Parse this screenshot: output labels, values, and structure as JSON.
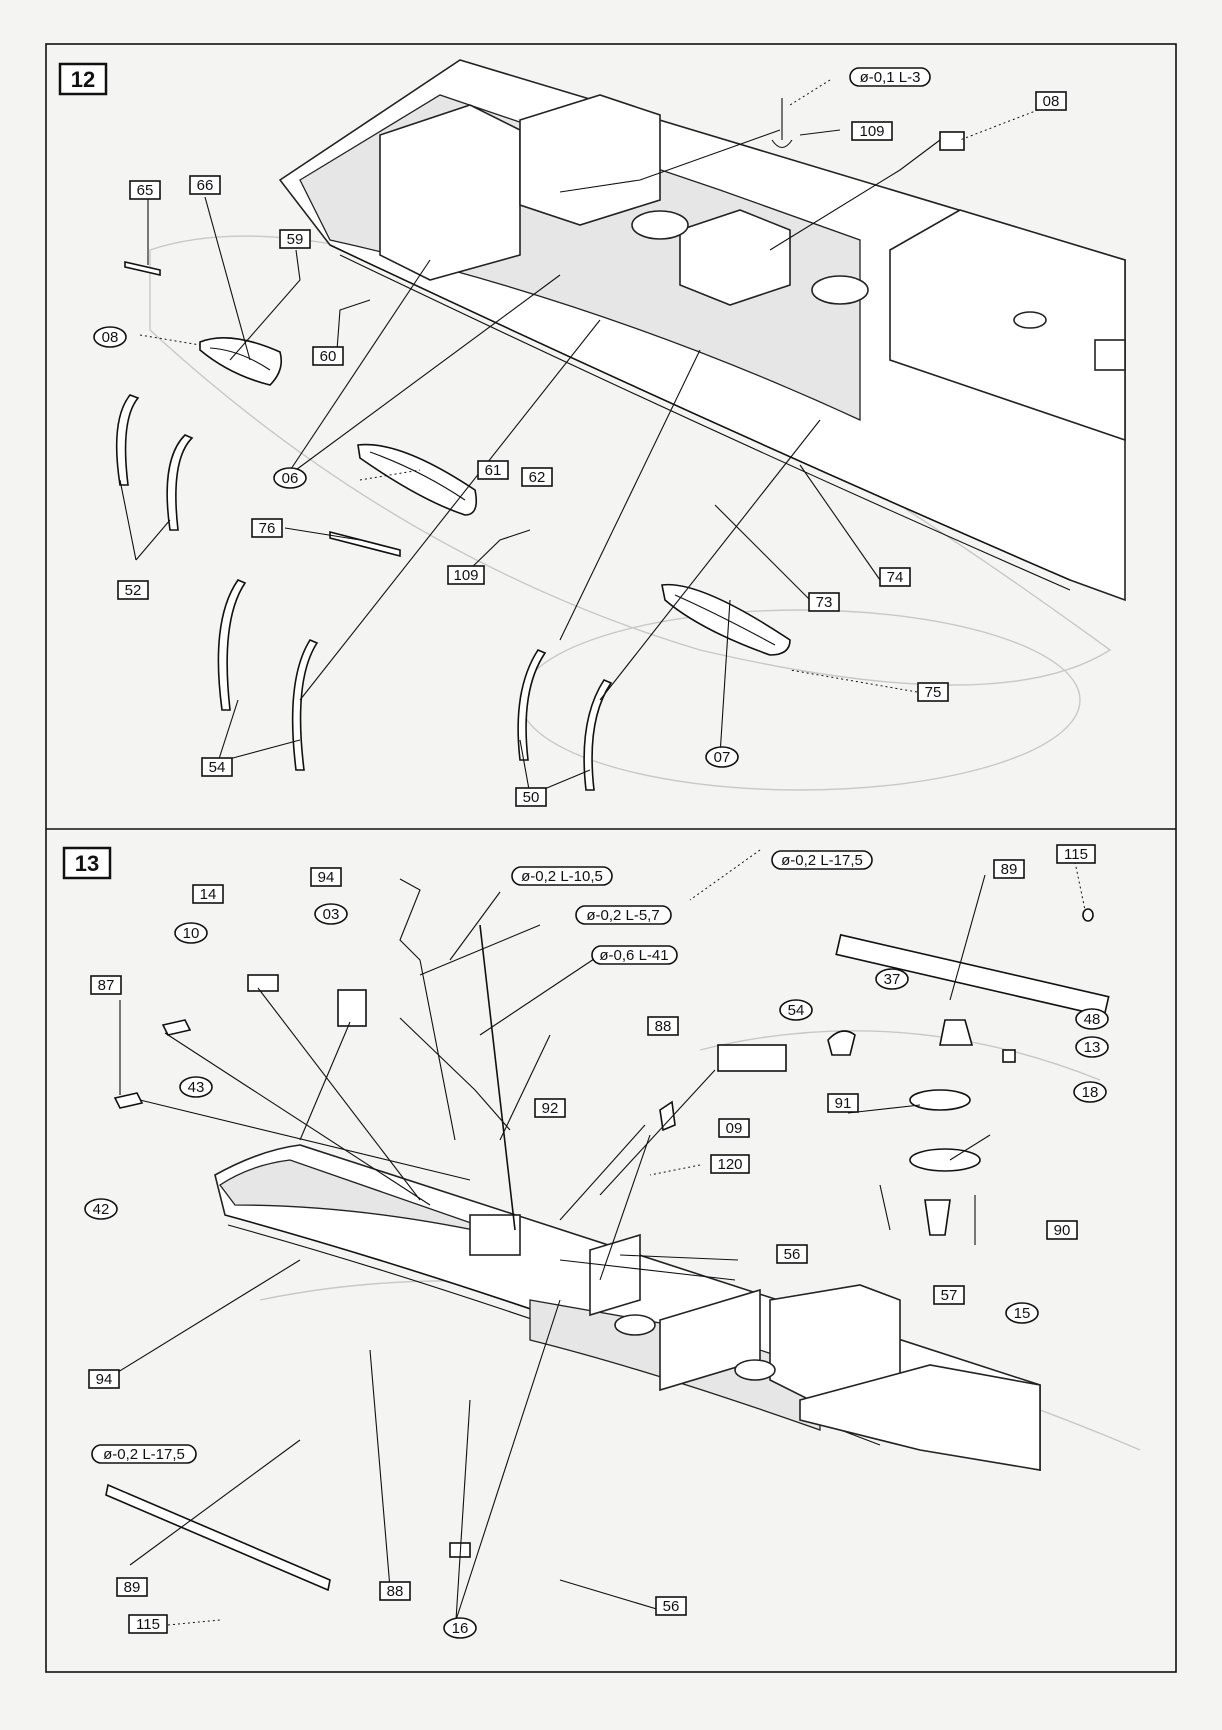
{
  "steps": [
    {
      "number": "12"
    },
    {
      "number": "13"
    }
  ],
  "step12_labels": {
    "p65": "65",
    "p66": "66",
    "p59": "59",
    "p08a": "08",
    "p60": "60",
    "p52": "52",
    "p06": "06",
    "p76": "76",
    "p109a": "109",
    "p61": "61",
    "p62": "62",
    "p54": "54",
    "p50": "50",
    "p07": "07",
    "p73": "73",
    "p74": "74",
    "p75": "75",
    "p109b": "109",
    "p08b": "08",
    "wire": "ø-0,1 L-3"
  },
  "step13_labels": {
    "p14": "14",
    "p10": "10",
    "p87": "87",
    "p43": "43",
    "p42": "42",
    "p94a": "94",
    "p03": "03",
    "w1": "ø-0,2 L-10,5",
    "w2": "ø-0,2 L-5,7",
    "w3": "ø-0,6 L-41",
    "w4": "ø-0,2 L-17,5",
    "p88a": "88",
    "p92": "92",
    "p54": "54",
    "p37": "37",
    "p09": "09",
    "p120": "120",
    "p89a": "89",
    "p115a": "115",
    "p48": "48",
    "p13": "13",
    "p18": "18",
    "p91": "91",
    "p90": "90",
    "p56a": "56",
    "p57": "57",
    "p15": "15",
    "p94b": "94",
    "w5": "ø-0,2 L-17,5",
    "p89b": "89",
    "p115b": "115",
    "p88b": "88",
    "p16": "16",
    "p56b": "56"
  },
  "colors": {
    "ink": "#111111",
    "paper": "#f4f4f2",
    "ghost": "#c8c8c8"
  }
}
